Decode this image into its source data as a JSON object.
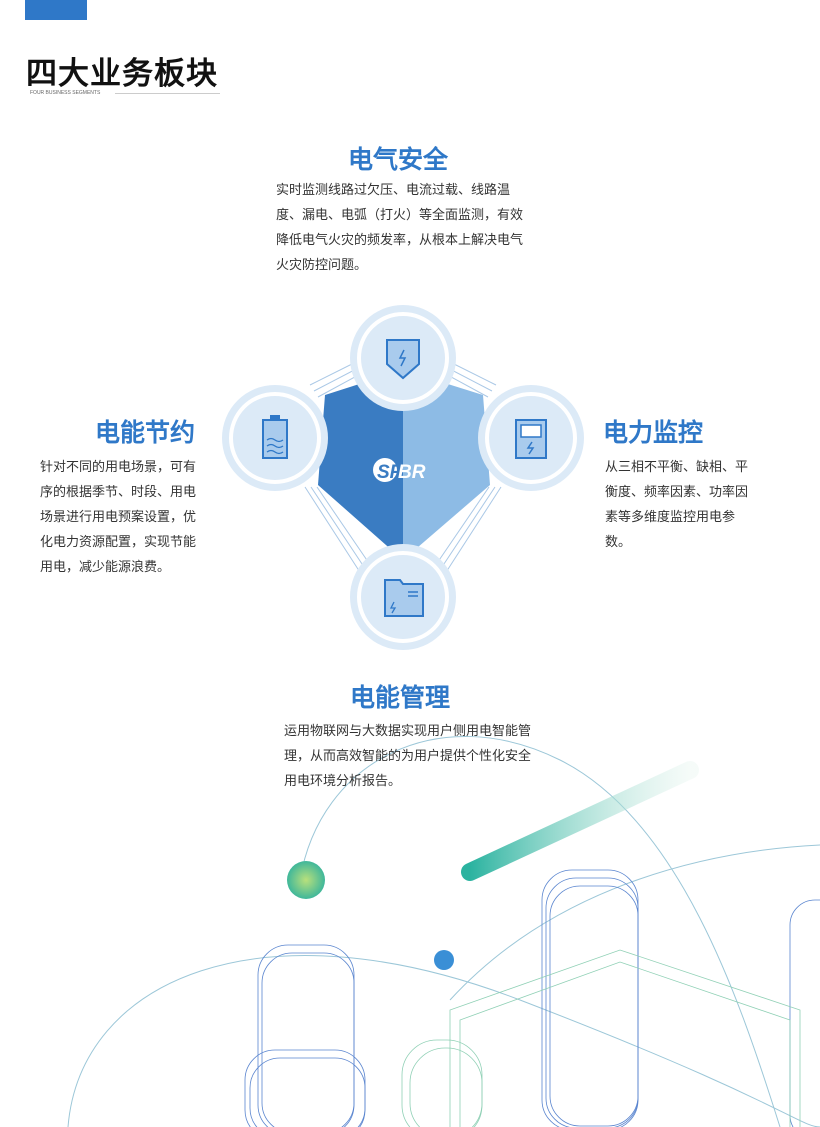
{
  "header": {
    "title": "四大业务板块",
    "subtitle": "FOUR BUSINESS SEGMENTS"
  },
  "logo": "SFBR",
  "segments": [
    {
      "title": "电气安全",
      "text": "实时监测线路过欠压、电流过载、线路温度、漏电、电弧（打火）等全面监测，有效降低电气火灾的频发率，从根本上解决电气火灾防控问题。",
      "icon": "shield-icon"
    },
    {
      "title": "电能节约",
      "text": "针对不同的用电场景，可有序的根据季节、时段、用电场景进行用电预案设置，优化电力资源配置，实现节能用电，减少能源浪费。",
      "icon": "battery-icon"
    },
    {
      "title": "电力监控",
      "text": "从三相不平衡、缺相、平衡度、频率因素、功率因素等多维度监控用电参数。",
      "icon": "meter-icon"
    },
    {
      "title": "电能管理",
      "text": "运用物联网与大数据实现用户侧用电智能管理，从而高效智能的为用户提供个性化安全用电环境分析报告。",
      "icon": "folder-icon"
    }
  ],
  "colors": {
    "accent": "#2f78c8",
    "dark": "#3a7cc2",
    "light": "#8dbbe5",
    "circle": "#dceaf7"
  }
}
